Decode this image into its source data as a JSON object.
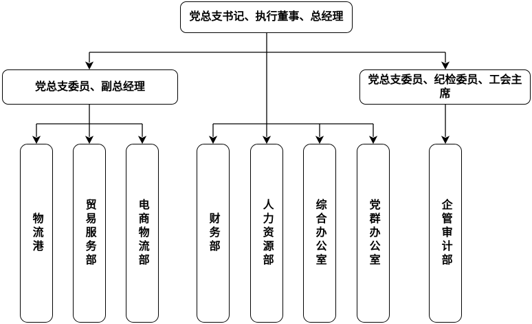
{
  "org_chart": {
    "type": "org-hierarchy-diagram",
    "colors": {
      "background": "#ffffff",
      "line": "#000000",
      "box_fill": "#ffffff",
      "box_border": "#000000",
      "text": "#000000"
    },
    "root": {
      "label": "党总支书记、执行董事、总经理"
    },
    "branches": [
      {
        "label": "党总支委员、副总经理",
        "children": [
          "物流港",
          "贸易服务部",
          "电商物流部"
        ]
      },
      {
        "label": "党总支委员、纪检委员、工会主席",
        "children": [
          "企管审计部"
        ]
      }
    ],
    "root_direct_children": [
      "财务部",
      "人力资源部",
      "综合办公室",
      "党群办公室"
    ]
  }
}
